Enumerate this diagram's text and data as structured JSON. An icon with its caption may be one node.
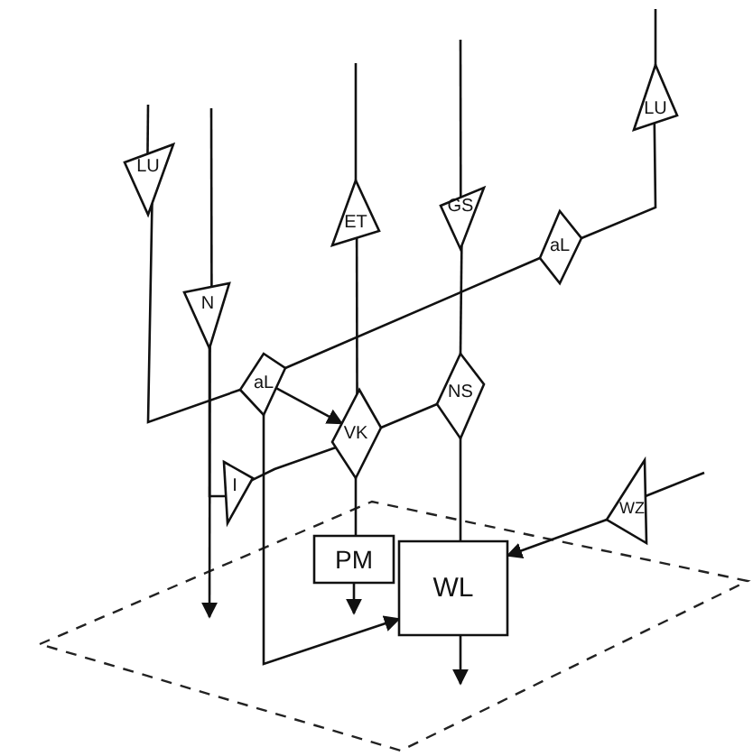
{
  "diagram": {
    "nodes": [
      {
        "text": [
          "LU"
        ]
      },
      {
        "text": [
          "N"
        ]
      },
      {
        "text": [
          "LU"
        ]
      },
      {
        "text": [
          "ET"
        ]
      },
      {
        "text": [
          "GS"
        ]
      },
      {
        "text": [
          "aL"
        ]
      },
      {
        "text": [
          "aL"
        ]
      },
      {
        "text": [
          "VK"
        ]
      },
      {
        "text": [
          "NS"
        ]
      },
      {
        "text": [
          "I"
        ]
      },
      {
        "text": [
          "PM"
        ]
      },
      {
        "text": [
          "WL"
        ]
      },
      {
        "text": [
          "WZ"
        ]
      }
    ],
    "edges": [
      {
        "from": null,
        "to": 0,
        "arrow": "none"
      },
      {
        "from": null,
        "to": 1,
        "arrow": "none"
      },
      {
        "from": null,
        "to": 3,
        "arrow": "none"
      },
      {
        "from": null,
        "to": 4,
        "arrow": "none"
      },
      {
        "from": null,
        "to": 2,
        "arrow": "none"
      },
      {
        "from": 0,
        "to": 5,
        "arrow": "none"
      },
      {
        "from": 2,
        "to": 6,
        "arrow": "none"
      },
      {
        "from": 6,
        "to": 5,
        "arrow": "none"
      },
      {
        "from": 5,
        "to": 7,
        "arrow": "to"
      },
      {
        "from": 5,
        "to": 11,
        "arrow": "to"
      },
      {
        "from": 1,
        "to": null,
        "arrow": "to"
      },
      {
        "from": 1,
        "to": 9,
        "arrow": "none"
      },
      {
        "from": 9,
        "to": 7,
        "arrow": "none"
      },
      {
        "from": 3,
        "to": 7,
        "arrow": "none"
      },
      {
        "from": 7,
        "to": 8,
        "arrow": "none"
      },
      {
        "from": 7,
        "to": 10,
        "arrow": "none"
      },
      {
        "from": 10,
        "to": null,
        "arrow": "to"
      },
      {
        "from": 4,
        "to": 8,
        "arrow": "none"
      },
      {
        "from": 8,
        "to": 11,
        "arrow": "none"
      },
      {
        "from": 11,
        "to": null,
        "arrow": "to"
      },
      {
        "from": 12,
        "to": 11,
        "arrow": "to"
      },
      {
        "from": null,
        "to": 12,
        "arrow": "none"
      }
    ]
  }
}
